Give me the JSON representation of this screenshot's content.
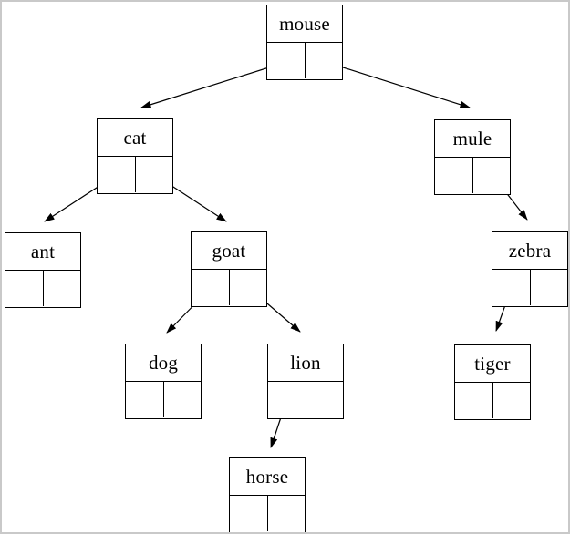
{
  "diagram": {
    "kind": "binary-tree-of-linked-nodes",
    "root": "mouse"
  },
  "tree": {
    "nodes": {
      "mouse": {
        "label": "mouse",
        "left": "cat",
        "right": "mule"
      },
      "cat": {
        "label": "cat",
        "left": "ant",
        "right": "goat"
      },
      "mule": {
        "label": "mule",
        "left": null,
        "right": "zebra"
      },
      "ant": {
        "label": "ant",
        "left": null,
        "right": null
      },
      "goat": {
        "label": "goat",
        "left": "dog",
        "right": "lion"
      },
      "zebra": {
        "label": "zebra",
        "left": "tiger",
        "right": null
      },
      "dog": {
        "label": "dog",
        "left": null,
        "right": null
      },
      "lion": {
        "label": "lion",
        "left": "horse",
        "right": null
      },
      "tiger": {
        "label": "tiger",
        "left": null,
        "right": null
      },
      "horse": {
        "label": "horse",
        "left": null,
        "right": null
      }
    },
    "edges": [
      {
        "from": "mouse",
        "pointer": "left",
        "to": "cat"
      },
      {
        "from": "mouse",
        "pointer": "right",
        "to": "mule"
      },
      {
        "from": "cat",
        "pointer": "left",
        "to": "ant"
      },
      {
        "from": "cat",
        "pointer": "right",
        "to": "goat"
      },
      {
        "from": "mule",
        "pointer": "right",
        "to": "zebra"
      },
      {
        "from": "goat",
        "pointer": "left",
        "to": "dog"
      },
      {
        "from": "goat",
        "pointer": "right",
        "to": "lion"
      },
      {
        "from": "zebra",
        "pointer": "left",
        "to": "tiger"
      },
      {
        "from": "lion",
        "pointer": "left",
        "to": "horse"
      }
    ]
  },
  "colors": {
    "node_border": "#000000",
    "edge_line": "#000000",
    "text": "#000000",
    "page_border": "#c9c9c9",
    "background": "#ffffff"
  }
}
